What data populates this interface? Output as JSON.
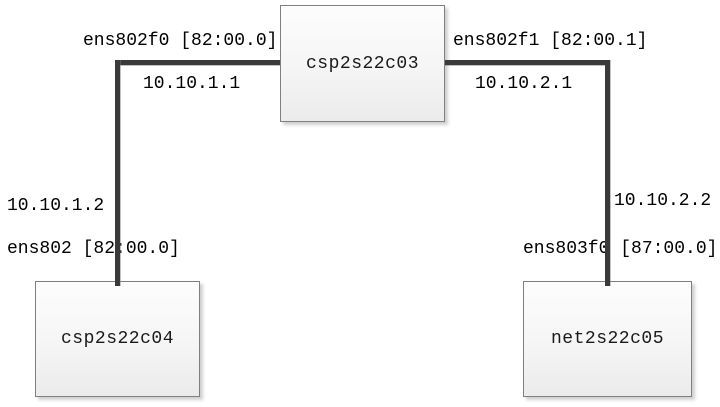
{
  "diagram": {
    "type": "network-topology",
    "colors": {
      "background": "#ffffff",
      "link_line": "#3a3a3a",
      "node_border": "#7f7f7f",
      "node_fill_top": "#fdfdfd",
      "node_fill_bottom": "#ebebeb",
      "text": "#000000"
    },
    "nodes": [
      {
        "id": "csp2s22c03",
        "label": "csp2s22c03",
        "position": "top-center"
      },
      {
        "id": "csp2s22c04",
        "label": "csp2s22c04",
        "position": "bottom-left"
      },
      {
        "id": "net2s22c05",
        "label": "net2s22c05",
        "position": "bottom-right"
      }
    ],
    "links": [
      {
        "from": "csp2s22c03",
        "to": "csp2s22c04",
        "from_interface": "ens802f0 [82:00.0]",
        "from_ip": "10.10.1.1",
        "to_ip": "10.10.1.2",
        "to_interface": "ens802 [82:00.0]"
      },
      {
        "from": "csp2s22c03",
        "to": "net2s22c05",
        "from_interface": "ens802f1 [82:00.1]",
        "from_ip": "10.10.2.1",
        "to_ip": "10.10.2.2",
        "to_interface": "ens803f0 [87:00.0]"
      }
    ]
  }
}
